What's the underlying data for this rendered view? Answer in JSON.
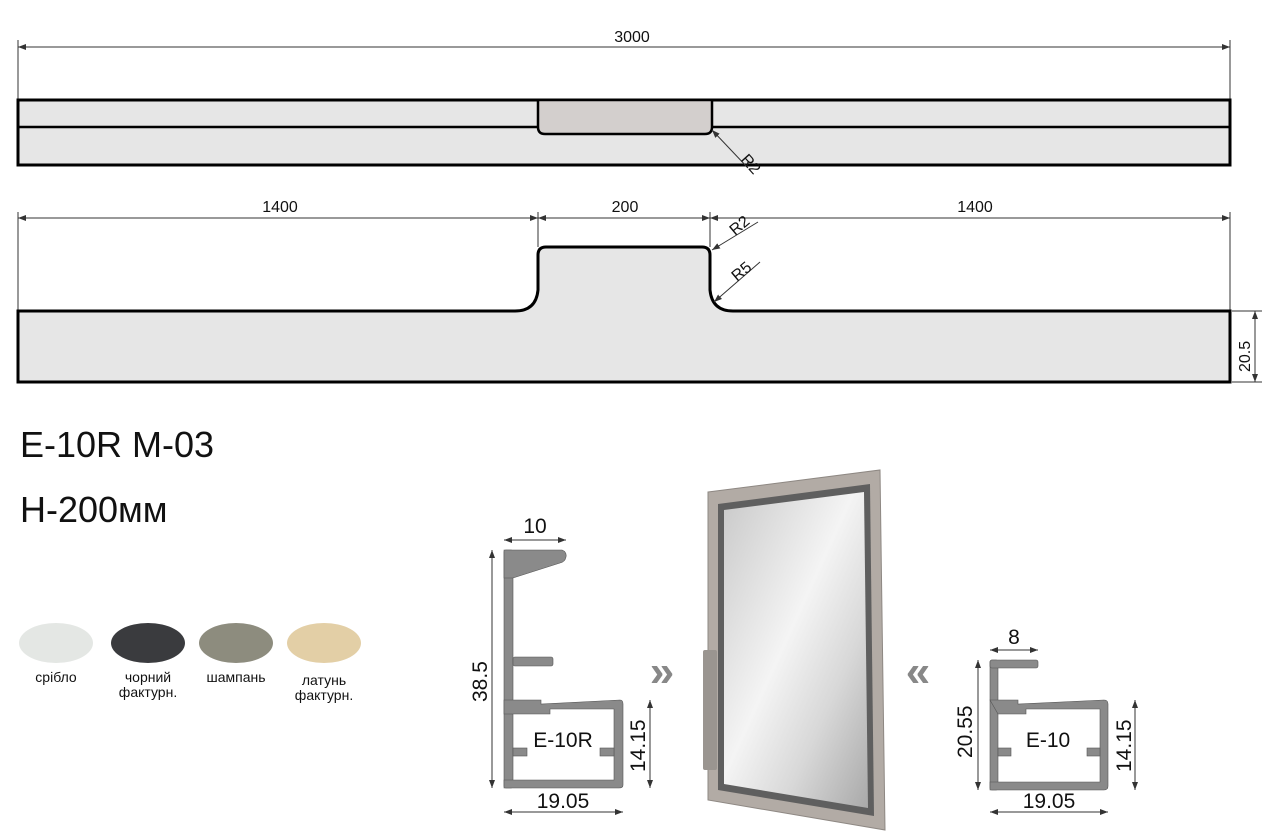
{
  "drawing": {
    "top_view": {
      "length_label": "3000",
      "radius_label": "R2"
    },
    "side_view": {
      "left_label": "1400",
      "handle_label": "200",
      "right_label": "1400",
      "radius_top_label": "R2",
      "radius_bottom_label": "R5",
      "thickness_label": "20.5"
    }
  },
  "title": {
    "model": "E-10R M-03",
    "height": "H-200мм"
  },
  "swatches": [
    {
      "label1": "срібло",
      "label2": "",
      "color": "#e4e7e4"
    },
    {
      "label1": "чорний",
      "label2": "фактурн.",
      "color": "#3a3b3e"
    },
    {
      "label1": "шампань",
      "label2": "",
      "color": "#8d8c7e"
    },
    {
      "label1": "латунь",
      "label2": "фактурн.",
      "color": "#e3cfa6"
    }
  ],
  "profile_left": {
    "name": "E-10R",
    "top_width": "10",
    "height": "38.5",
    "box_height": "14.15",
    "width": "19.05"
  },
  "profile_right": {
    "name": "E-10",
    "top_width": "8",
    "height": "20.55",
    "box_height": "14.15",
    "width": "19.05"
  },
  "arrows": {
    "right": "»",
    "left": "«"
  }
}
